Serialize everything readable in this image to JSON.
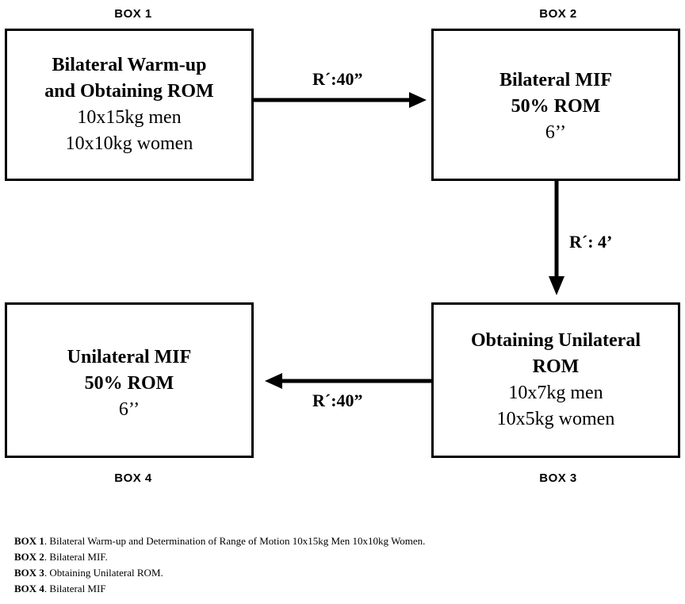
{
  "boxes": {
    "box1": {
      "label": "BOX 1",
      "lines": [
        "Bilateral Warm-up",
        "and Obtaining ROM",
        "10x15kg men",
        "10x10kg women"
      ]
    },
    "box2": {
      "label": "BOX 2",
      "lines": [
        "Bilateral MIF",
        "50% ROM",
        "6’’"
      ]
    },
    "box3": {
      "label": "BOX 3",
      "lines": [
        "Obtaining Unilateral",
        "ROM",
        "10x7kg men",
        "10x5kg women"
      ]
    },
    "box4": {
      "label": "BOX 4",
      "lines": [
        "Unilateral MIF",
        "50% ROM",
        "6’’"
      ]
    }
  },
  "arrows": {
    "a12": "R´:40”",
    "a23": "R´: 4’",
    "a34": "R´:40”"
  },
  "footnotes": [
    {
      "key": "BOX 1",
      "text": ".  Bilateral Warm-up and Determination of Range of Motion 10x15kg Men 10x10kg Women."
    },
    {
      "key": "BOX 2",
      "text": ".  Bilateral MIF."
    },
    {
      "key": "BOX 3",
      "text": ".  Obtaining Unilateral ROM."
    },
    {
      "key": "BOX 4",
      "text": ".  Bilateral MIF"
    }
  ]
}
